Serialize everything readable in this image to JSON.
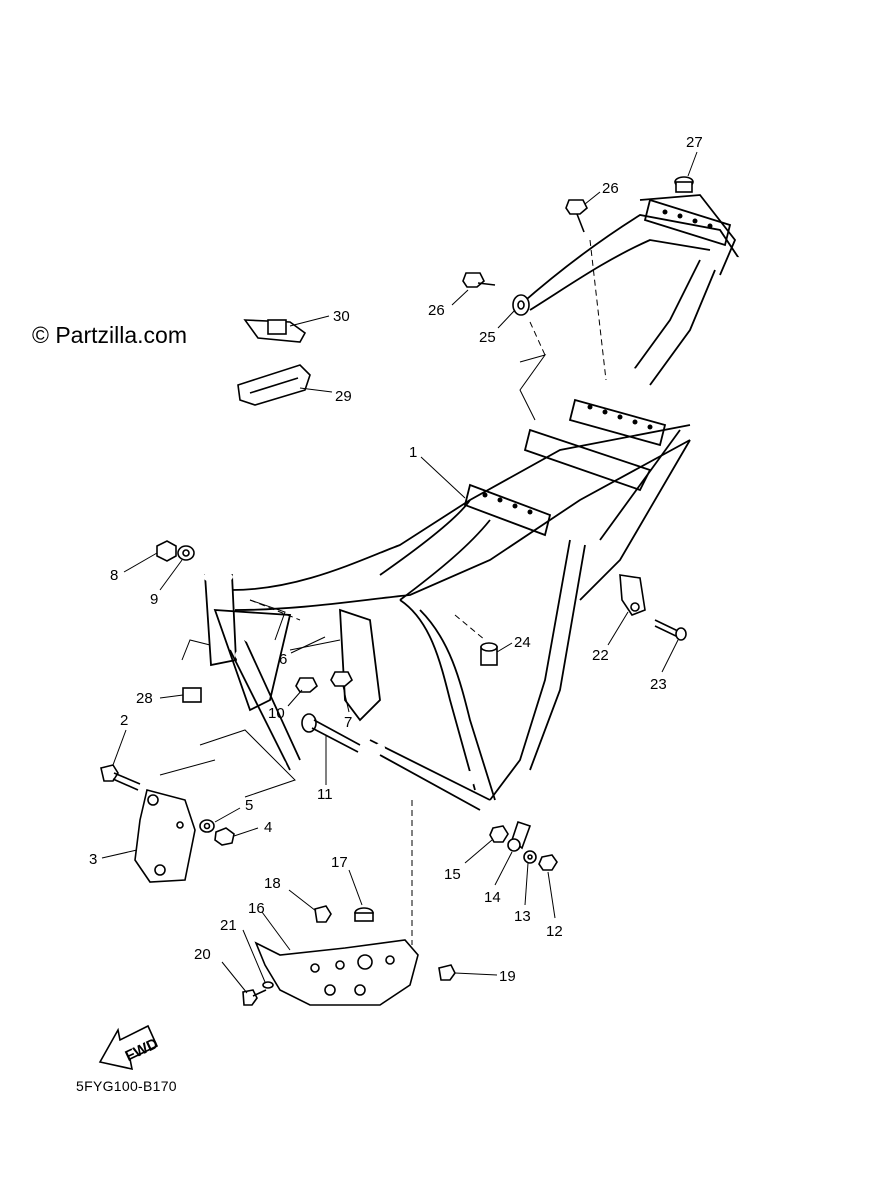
{
  "watermark": "© Partzilla.com",
  "catalog_code": "5FYG100-B170",
  "fwd_label": "FWD",
  "callouts": [
    {
      "id": "c1",
      "text": "1"
    },
    {
      "id": "c2",
      "text": "2"
    },
    {
      "id": "c3",
      "text": "3"
    },
    {
      "id": "c4",
      "text": "4"
    },
    {
      "id": "c5",
      "text": "5"
    },
    {
      "id": "c6",
      "text": "6"
    },
    {
      "id": "c7",
      "text": "7"
    },
    {
      "id": "c8",
      "text": "8"
    },
    {
      "id": "c9",
      "text": "9"
    },
    {
      "id": "c10",
      "text": "10"
    },
    {
      "id": "c11",
      "text": "11"
    },
    {
      "id": "c12",
      "text": "12"
    },
    {
      "id": "c13",
      "text": "13"
    },
    {
      "id": "c14",
      "text": "14"
    },
    {
      "id": "c15",
      "text": "15"
    },
    {
      "id": "c16",
      "text": "16"
    },
    {
      "id": "c17",
      "text": "17"
    },
    {
      "id": "c18",
      "text": "18"
    },
    {
      "id": "c19",
      "text": "19"
    },
    {
      "id": "c20",
      "text": "20"
    },
    {
      "id": "c21",
      "text": "21"
    },
    {
      "id": "c22",
      "text": "22"
    },
    {
      "id": "c23",
      "text": "23"
    },
    {
      "id": "c24",
      "text": "24"
    },
    {
      "id": "c25",
      "text": "25"
    },
    {
      "id": "c26a",
      "text": "26"
    },
    {
      "id": "c26b",
      "text": "26"
    },
    {
      "id": "c27",
      "text": "27"
    },
    {
      "id": "c28",
      "text": "28"
    },
    {
      "id": "c29",
      "text": "29"
    },
    {
      "id": "c30",
      "text": "30"
    }
  ]
}
